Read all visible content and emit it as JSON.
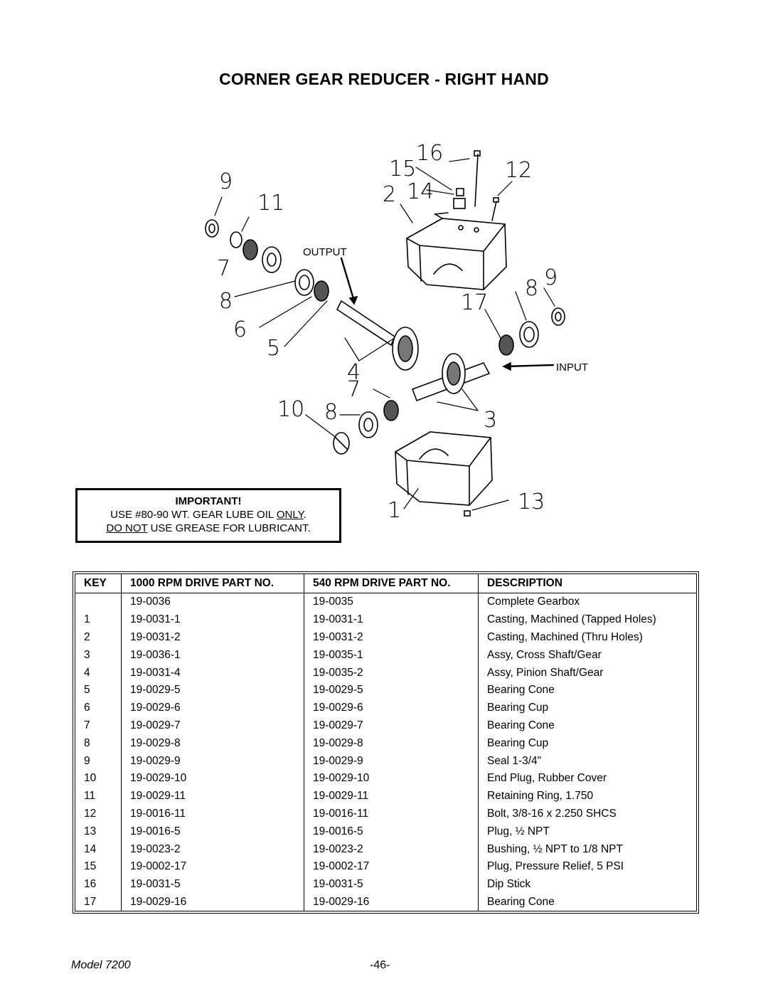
{
  "title": "CORNER GEAR REDUCER - RIGHT HAND",
  "diagram": {
    "labels": {
      "output": "OUTPUT",
      "input": "INPUT"
    },
    "callouts": [
      "16",
      "15",
      "12",
      "9",
      "2",
      "14",
      "11",
      "7",
      "8",
      "17",
      "8",
      "9",
      "6",
      "5",
      "4",
      "7",
      "10",
      "8",
      "3",
      "1",
      "13"
    ]
  },
  "important": {
    "heading": "IMPORTANT!",
    "line1_pre": "USE #80-90 WT. GEAR LUBE OIL ",
    "line1_emph": "ONLY",
    "line1_post": ".",
    "line2_emph": "DO NOT",
    "line2_post": " USE GREASE FOR LUBRICANT."
  },
  "parts_table": {
    "headers": [
      "KEY",
      "1000 RPM DRIVE PART NO.",
      "540 RPM DRIVE PART NO.",
      "DESCRIPTION"
    ],
    "rows": [
      [
        "",
        "19-0036",
        "19-0035",
        "Complete Gearbox"
      ],
      [
        "1",
        "19-0031-1",
        "19-0031-1",
        "Casting, Machined (Tapped Holes)"
      ],
      [
        "2",
        "19-0031-2",
        "19-0031-2",
        "Casting, Machined (Thru Holes)"
      ],
      [
        "3",
        "19-0036-1",
        "19-0035-1",
        "Assy, Cross Shaft/Gear"
      ],
      [
        "4",
        "19-0031-4",
        "19-0035-2",
        "Assy, Pinion Shaft/Gear"
      ],
      [
        "5",
        "19-0029-5",
        "19-0029-5",
        "Bearing Cone"
      ],
      [
        "6",
        "19-0029-6",
        "19-0029-6",
        "Bearing Cup"
      ],
      [
        "7",
        "19-0029-7",
        "19-0029-7",
        "Bearing Cone"
      ],
      [
        "8",
        "19-0029-8",
        "19-0029-8",
        "Bearing Cup"
      ],
      [
        "9",
        "19-0029-9",
        "19-0029-9",
        "Seal 1-3/4\""
      ],
      [
        "10",
        "19-0029-10",
        "19-0029-10",
        "End Plug, Rubber Cover"
      ],
      [
        "11",
        "19-0029-11",
        "19-0029-11",
        "Retaining Ring, 1.750"
      ],
      [
        "12",
        "19-0016-11",
        "19-0016-11",
        "Bolt, 3/8-16 x 2.250 SHCS"
      ],
      [
        "13",
        "19-0016-5",
        "19-0016-5",
        "Plug, ½ NPT"
      ],
      [
        "14",
        "19-0023-2",
        "19-0023-2",
        "Bushing, ½ NPT to 1/8 NPT"
      ],
      [
        "15",
        "19-0002-17",
        "19-0002-17",
        "Plug, Pressure Relief, 5 PSI"
      ],
      [
        "16",
        "19-0031-5",
        "19-0031-5",
        "Dip Stick"
      ],
      [
        "17",
        "19-0029-16",
        "19-0029-16",
        "Bearing Cone"
      ]
    ]
  },
  "footer": {
    "model": "Model 7200",
    "page": "-46-"
  }
}
